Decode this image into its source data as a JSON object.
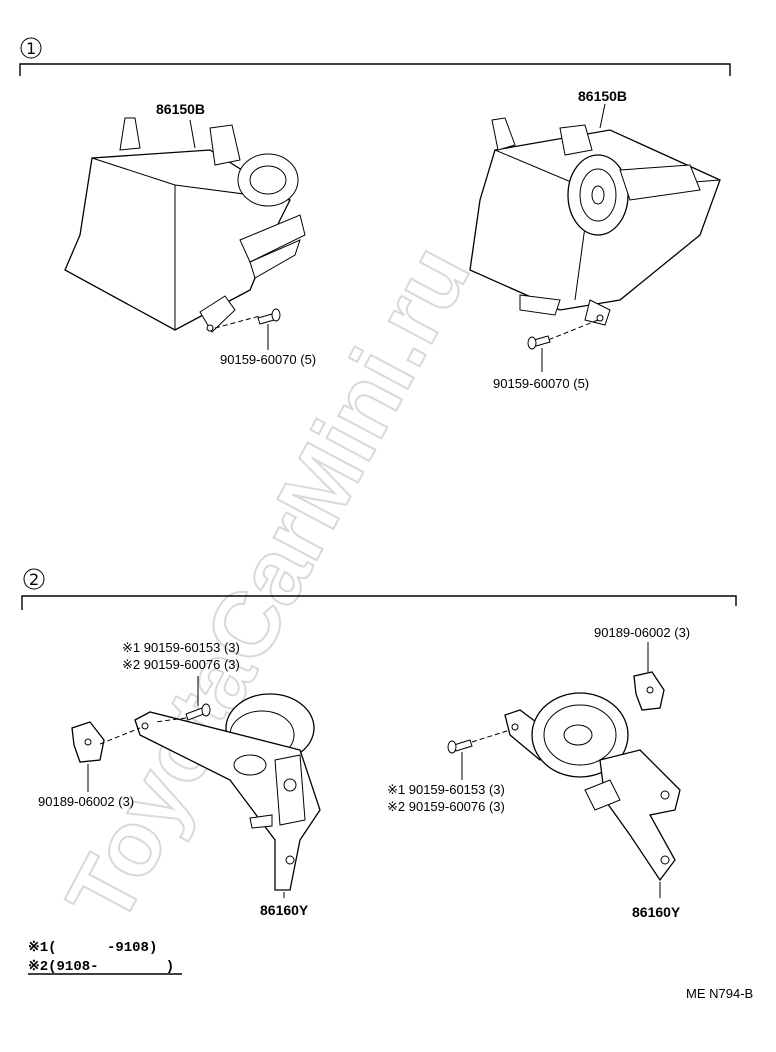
{
  "watermark": "ToyotaCarMini.ru",
  "sections": [
    {
      "number": "1",
      "labels": {
        "part_left": "86150B",
        "part_right": "86150B",
        "screw_left": "90159-60070 (5)",
        "screw_right": "90159-60070 (5)"
      }
    },
    {
      "number": "2",
      "labels": {
        "screw_left_1": "※1 90159-60153 (3)",
        "screw_left_2": "※2 90159-60076 (3)",
        "nut_left": "90189-06002 (3)",
        "part_left": "86160Y",
        "nut_right": "90189-06002 (3)",
        "screw_right_1": "※1 90159-60153 (3)",
        "screw_right_2": "※2 90159-60076 (3)",
        "part_right": "86160Y"
      }
    }
  ],
  "legend": {
    "line1": "※1(      -9108)",
    "line2": "※2(9108-        )"
  },
  "code": "ME N794-B"
}
